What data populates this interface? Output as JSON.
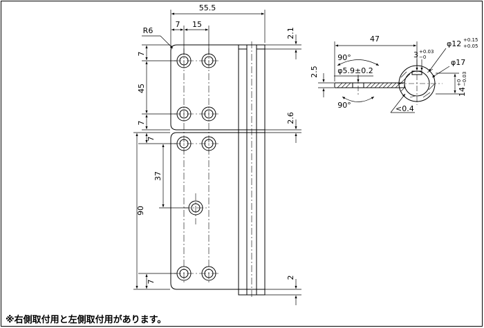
{
  "dimensions": {
    "top_width": "55.5",
    "d_7": "7",
    "d_15": "15",
    "radius": "R6",
    "d_45": "45",
    "d_90": "90",
    "d_37": "37",
    "d_2_1": "2.1",
    "d_2_6": "2.6",
    "d_2": "2",
    "side_47": "47",
    "angle_90": "90°",
    "d_2_5": "2.5",
    "hole_tol": "φ5.9±0.2",
    "phi12": "φ12",
    "phi12_tol_upper": "+0.15",
    "phi12_tol_lower": "+0.05",
    "phi17": "φ17",
    "d_3": "3",
    "d_3_tol_upper": "+0.03",
    "d_3_tol_lower": "−0",
    "d_14": "14",
    "d_14_tol_upper": "+0",
    "d_14_tol_lower": "−0.03",
    "chamfer": "<0.4"
  },
  "note": "※右側取付用と左側取付用があります。"
}
